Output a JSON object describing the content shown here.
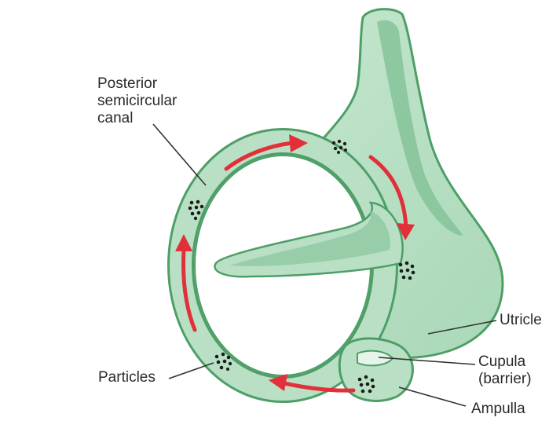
{
  "diagram": {
    "labels": {
      "posterior_canal": "Posterior\nsemicircular\ncanal",
      "particles": "Particles",
      "utricle": "Utricle",
      "cupula": "Cupula\n(barrier)",
      "ampulla": "Ampulla"
    },
    "colors": {
      "canal_fill": "#b9e0c4",
      "canal_outline": "#4e9e67",
      "inner_shade": "#7fbf93",
      "flow_arrow": "#e2303a",
      "particle": "#1b1b1b",
      "leader_line": "#333333",
      "label_text": "#2a2a2a"
    },
    "icons": {
      "flow_arrow": "red-curved-arrow-icon",
      "particle_cluster": "particle-cluster-icon"
    }
  }
}
